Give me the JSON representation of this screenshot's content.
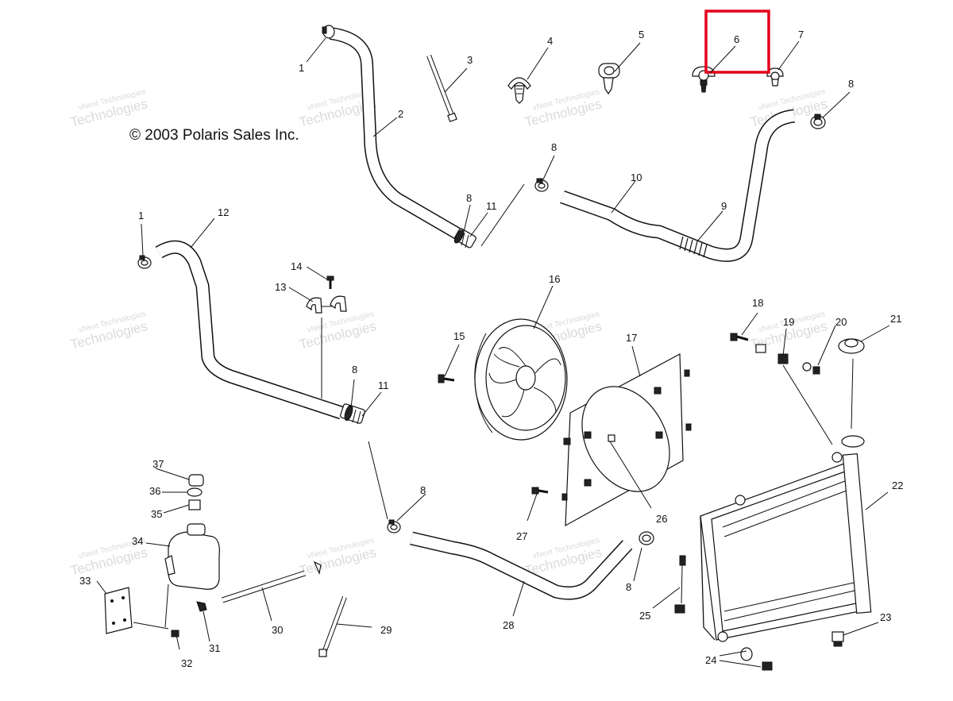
{
  "copyright": "© 2003 Polaris Sales Inc.",
  "watermark": {
    "line1": "vNext Technologies",
    "line2": "Technologies",
    "line3": "vNext"
  },
  "highlight": {
    "color": "#e3001b",
    "target_callout": "6"
  },
  "callouts": [
    "1",
    "2",
    "3",
    "4",
    "5",
    "6",
    "7",
    "8",
    "8",
    "11",
    "8",
    "10",
    "9",
    "1",
    "12",
    "14",
    "13",
    "16",
    "15",
    "17",
    "18",
    "19",
    "20",
    "21",
    "8",
    "11",
    "22",
    "37",
    "36",
    "35",
    "34",
    "8",
    "27",
    "26",
    "33",
    "28",
    "8",
    "25",
    "23",
    "30",
    "29",
    "31",
    "32",
    "24"
  ]
}
